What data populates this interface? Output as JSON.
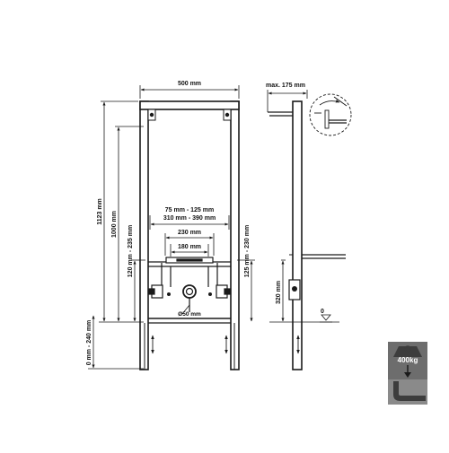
{
  "dimensions": {
    "width_top": "500 mm",
    "max_depth": "max. 175 mm",
    "height_total": "1123 mm",
    "height_frame": "1000 mm",
    "range_fixing_left": "120 mm - 235 mm",
    "range_drain_height": "125 mm - 230 mm",
    "height_side": "320 mm",
    "range_feet": "0 mm - 240 mm",
    "range_a": "75 mm - 125 mm",
    "range_b": "310 mm - 390 mm",
    "width_230": "230 mm",
    "width_180": "180 mm",
    "diameter_drain": "Ø50 mm",
    "floor_level": "0"
  },
  "load_badge": {
    "weight": "400kg",
    "icon": "weight-icon"
  },
  "colors": {
    "line": "#1a1a1a",
    "badge_bg": "#6d6d6d",
    "badge_shade": "#8a8a8a"
  }
}
